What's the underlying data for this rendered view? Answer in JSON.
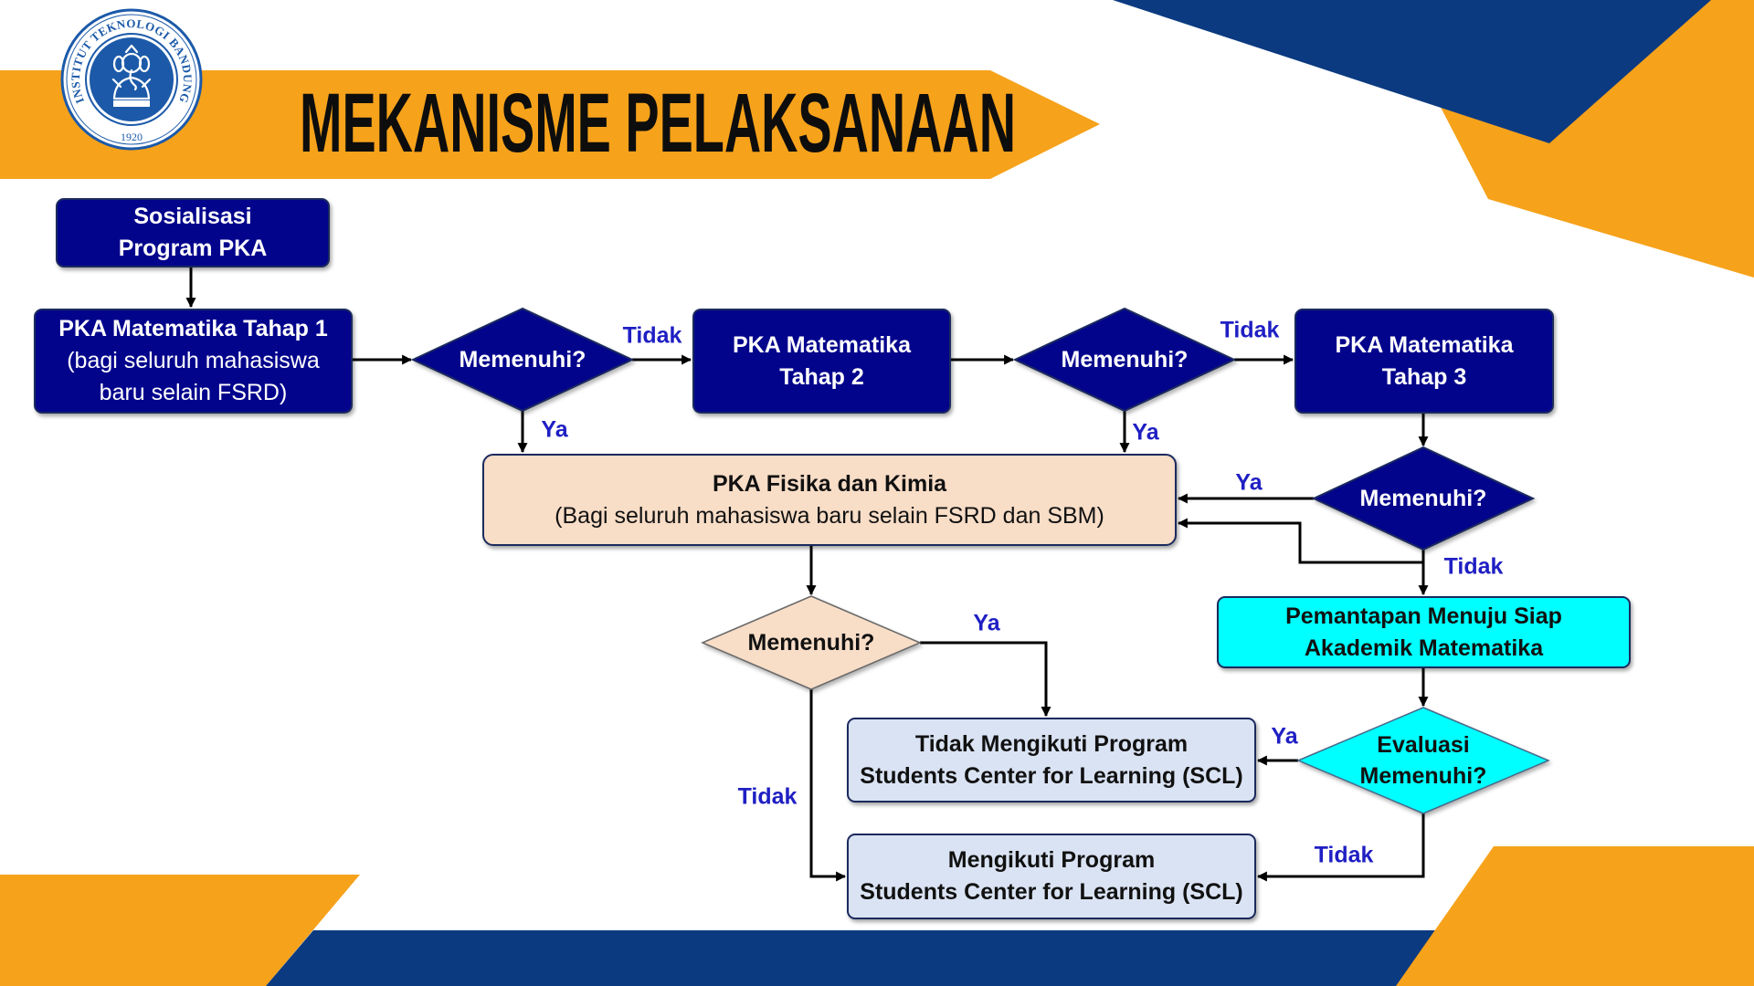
{
  "logo": {
    "ring_text": "INSTITUT TEKNOLOGI BANDUNG",
    "year": "1920",
    "emblem_icon": "ganesha-emblem-icon"
  },
  "title": "MEKANISME PELAKSANAAN",
  "flowchart": {
    "sosialisasi": [
      "Sosialisasi",
      "Program PKA"
    ],
    "pka_matematika_tahap_1": {
      "heading": "PKA Matematika Tahap 1",
      "detail": [
        "(bagi seluruh mahasiswa",
        "baru selain FSRD)"
      ]
    },
    "decision_tahap_1": "Memenuhi?",
    "pka_matematika_tahap_2": [
      "PKA Matematika",
      "Tahap 2"
    ],
    "decision_tahap_2": "Memenuhi?",
    "pka_matematika_tahap_3": [
      "PKA Matematika",
      "Tahap 3"
    ],
    "decision_tahap_3": "Memenuhi?",
    "pka_fisika_kimia": {
      "heading": "PKA Fisika dan Kimia",
      "detail": "(Bagi seluruh mahasiswa baru selain FSRD dan SBM)"
    },
    "decision_fisika_kimia": "Memenuhi?",
    "pemantapan": [
      "Pemantapan Menuju Siap",
      "Akademik Matematika"
    ],
    "evaluasi": [
      "Evaluasi",
      "Memenuhi?"
    ],
    "tidak_mengikuti_scl": [
      "Tidak Mengikuti Program",
      "Students Center for Learning (SCL)"
    ],
    "mengikuti_scl": [
      "Mengikuti Program",
      "Students Center for Learning (SCL)"
    ]
  },
  "edge_labels": {
    "tahap_1_tidak": "Tidak",
    "tahap_1_ya": "Ya",
    "tahap_2_tidak": "Tidak",
    "tahap_2_ya": "Ya",
    "tahap_3_ya": "Ya",
    "tahap_3_tidak": "Tidak",
    "fisika_kimia_ya": "Ya",
    "fisika_kimia_tidak": "Tidak",
    "evaluasi_ya": "Ya",
    "evaluasi_tidak": "Tidak"
  },
  "colors": {
    "primary_node": "#03048c",
    "node_border": "#1b2a5e",
    "physics_node": "#f8ddc7",
    "support_node": "#00ffff",
    "scl_node": "#dae3f3",
    "edge_label": "#1f1fc4",
    "accent_orange": "#f6a21b",
    "accent_navy": "#0b3a80",
    "logo_blue": "#1c5aa9"
  }
}
